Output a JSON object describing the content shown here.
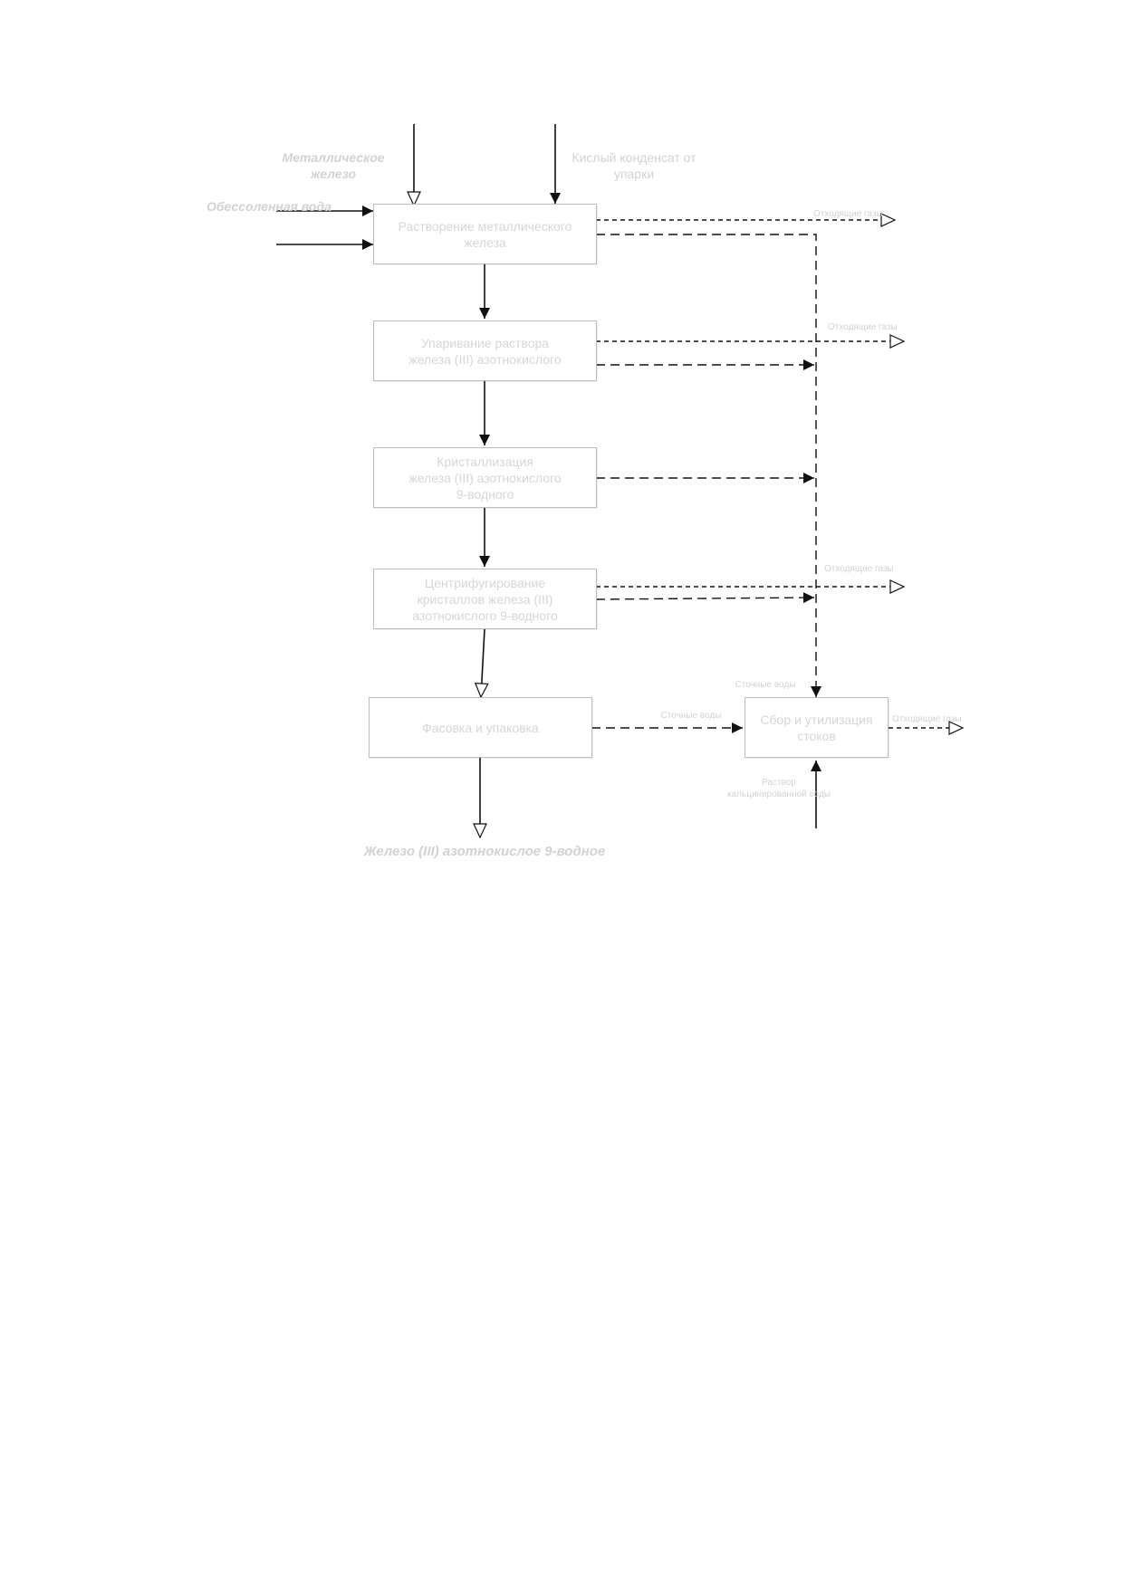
{
  "diagram": {
    "inputs": {
      "metallic_iron": "Металлическое\nжелезо",
      "demineralized_water": "Обессоленная вода",
      "acid_condensate": "Кислый конденсат от\nупарки",
      "calcined_soda": "Раствор\nкальцинированной соды"
    },
    "steps": {
      "dissolution": "Растворение металлического\nжелеза",
      "evaporation": "Упаривание раствора\nжелеза (III) азотнокислого",
      "crystallization": "Кристаллизация\nжелеза (III) азотнокислого\n9-водного",
      "centrifugation": "Центрифугирование\nкристаллов железа (III)\nазотнокислого 9-водного",
      "packaging": "Фасовка и упаковка",
      "wastewater_treatment": "Сбор и утилизация\nстоков"
    },
    "flows": {
      "off_gases_1": "Отходящие газы",
      "off_gases_2": "Отходящие газы",
      "off_gases_3": "Отходящие газы",
      "off_gases_4": "Отходящие газы",
      "wastewater_1": "Сточные воды",
      "wastewater_2": "Сточные воды"
    },
    "product": "Железо (III) азотнокислое 9-водное"
  }
}
